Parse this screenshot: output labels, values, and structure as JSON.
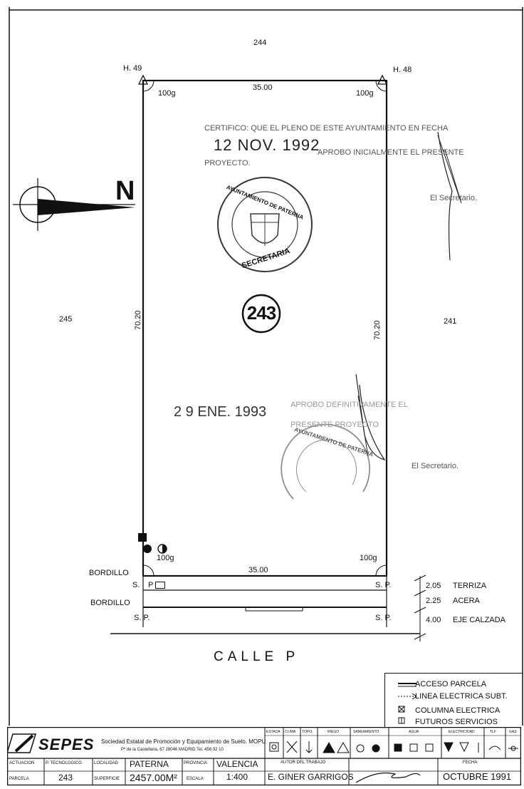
{
  "neighbors": {
    "top": "244",
    "left": "245",
    "right": "241"
  },
  "markers": {
    "left": "H. 49",
    "right": "H. 48"
  },
  "angles": {
    "tl": "100g",
    "tr": "100g",
    "bl": "100g",
    "br": "100g"
  },
  "dims": {
    "top": "35.00",
    "bottom": "35.00",
    "left": "70.20",
    "right": "70.20"
  },
  "north": {
    "letter": "N"
  },
  "parcel": {
    "number": "243"
  },
  "cert": {
    "line1": "CERTIFICO: QUE EL PLENO DE ESTE AYUNTAMIENTO EN FECHA",
    "date": "12 NOV. 1992",
    "line2": "APROBO INICIALMENTE EL PRESENTE",
    "line3": "PROYECTO.",
    "secretary": "El Secretario.",
    "seal_top": "AYUNTAMIENTO DE PATERNA",
    "seal_bottom": "SECRETARIA"
  },
  "cert2": {
    "date": "2 9 ENE. 1993",
    "line1": "APROBO DEFINITIVAMENTE EL",
    "line2": "PRESENTE PROYECTO",
    "secretary": "El Secretario.",
    "seal_top": "AYUNTAMIENTO DE PATERNA"
  },
  "street": {
    "bordillo1": "BORDILLO",
    "bordillo2": "BORDILLO",
    "sp": "S.",
    "p": "P",
    "sp_right": "S. P.",
    "sp_b_left": "S. P.",
    "sp_b_right": "S. P.",
    "name": "CALLE P"
  },
  "sections": [
    {
      "value": "2.05",
      "label": "TERRIZA"
    },
    {
      "value": "2.25",
      "label": "ACERA"
    },
    {
      "value": "4.00",
      "label": "EJE CALZADA"
    }
  ],
  "legend": [
    {
      "icon": "access-icon",
      "label": "ACCESO PARCELA"
    },
    {
      "icon": "cable-icon",
      "label": "LINEA ELECTRICA SUBT."
    },
    {
      "icon": "column-icon",
      "label": "COLUMNA ELECTRICA"
    },
    {
      "icon": "future-icon",
      "label": "FUTUROS SERVICIOS"
    }
  ],
  "cartouche": {
    "logo": "SEPES",
    "org": "Sociedad Estatal de Promoción y Equipamiento de Suelo. MOPU",
    "address": "Pº de la Castellana, 67 28046 MADRID Tel. 456 32 10",
    "services": [
      "ESTACA",
      "CLIMA",
      "TOPO.",
      "RIEGO",
      "SANEAMIENTO",
      "AGUA",
      "ELECTRICIDAD",
      "TLF",
      "GAS"
    ],
    "h_actuacion": "ACTUACION",
    "v_actuacion": "P. TECNOLOGICO",
    "h_localidad": "LOCALIDAD",
    "v_localidad": "PATERNA",
    "h_provincia": "PROVINCIA",
    "v_provincia": "VALENCIA",
    "h_autor": "AUTOR DEL TRABAJO",
    "v_autor": "E. GINER GARRIGOS",
    "h_fecha": "FECHA",
    "v_fecha": "OCTUBRE 1991",
    "h_parcela": "PARCELA",
    "v_parcela": "243",
    "h_superficie": "SUPERFICIE",
    "v_superficie": "2457.00M²",
    "h_escala": "ESCALA",
    "v_escala": "1:400"
  }
}
